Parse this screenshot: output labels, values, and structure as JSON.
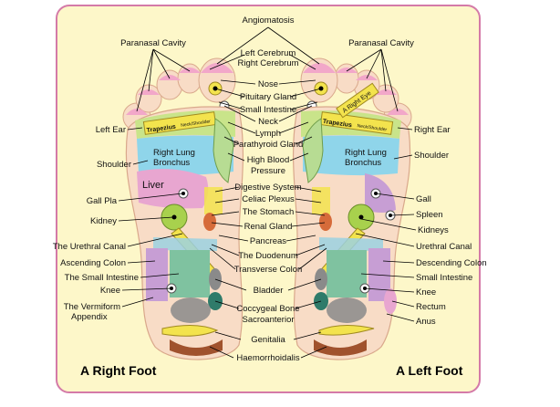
{
  "labels": {
    "angiomatosis": "Angiomatosis",
    "paranasal_left": "Paranasal Cavity",
    "paranasal_right": "Paranasal Cavity",
    "left_cerebrum": "Left Cerebrum",
    "right_cerebrum": "Right Cerebrum",
    "nose": "Nose",
    "pituitary": "Pituitary Gland",
    "small_intestine_top": "Small Intestine",
    "neck": "Neck",
    "lymph": "Lymph",
    "parathyroid": "Parathyroid Gland",
    "high_blood_1": "High Blood",
    "high_blood_2": "Pressure",
    "digestive": "Digestive System",
    "celiac": "Celiac Plexus",
    "stomach": "The Stomach",
    "renal": "Renal Gland",
    "pancreas": "Pancreas",
    "duodenum": "The Duodenum",
    "transverse": "Transverse Colon",
    "bladder": "Bladder",
    "coccygeal_1": "Coccygeal Bone",
    "coccygeal_2": "Sacroanterior",
    "genitalia": "Genitalia",
    "haemorrhoidalis": "Haemorrhoidalis",
    "left_ear": "Left Ear",
    "shoulder_r": "Shoulder",
    "gall_pla": "Gall Pla",
    "kidney_r": "Kidney",
    "urethral_r": "The Urethral Canal",
    "ascending": "Ascending Colon",
    "small_int_r": "The Small Intestine",
    "knee_r": "Knee",
    "vermiform_1": "The Vermiform",
    "vermiform_2": "Appendix",
    "right_ear": "Right Ear",
    "shoulder_l": "Shoulder",
    "gall": "Gall",
    "spleen": "Spleen",
    "kidneys": "Kidneys",
    "urethral_l": "Urethral Canal",
    "descending": "Descending Colon",
    "small_int_l": "Small Intestine",
    "knee_l": "Knee",
    "rectum": "Rectum",
    "anus": "Anus",
    "right_foot": "A Right Foot",
    "left_foot": "A Left Foot",
    "in_trapezius_r": "Trapezius",
    "in_neck_shoulder_r": "Neck/Shoulder",
    "in_right_lung": "Right Lung",
    "in_bronchus_r": "Bronchus",
    "in_liver": "Liver",
    "in_trapezius_l": "Trapezius",
    "in_neck_shoulder_l": "Neck/Shoulder",
    "in_right_eye": "A Right Eye",
    "in_right_lung_l": "Right Lung",
    "in_bronchus_l": "Bronchus"
  },
  "colors": {
    "background": "#fdf7c9",
    "border": "#d47aa8",
    "foot_fill": "#f8dcc6",
    "foot_stroke": "#d9a88b"
  }
}
